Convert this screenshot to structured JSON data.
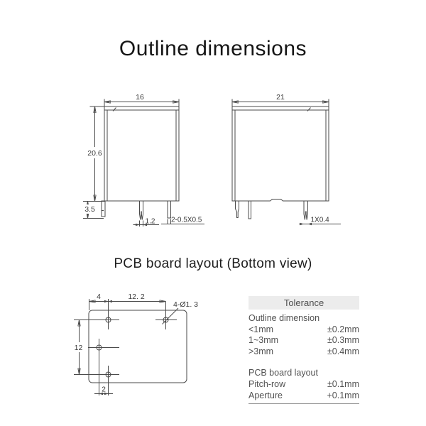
{
  "page": {
    "title": "Outline dimensions",
    "subtitle": "PCB board layout (Bottom view)"
  },
  "outline": {
    "front": {
      "width": "16",
      "height": "20.6",
      "pin_length": "3.5",
      "pin_width": "1.2",
      "pin_spec": "2-0.5X0.5"
    },
    "side": {
      "width": "21",
      "pin_spec": "1X0.4"
    }
  },
  "pcb": {
    "dim_left": "4",
    "dim_pitch": "12. 2",
    "hole_spec": "4-Ø1. 3",
    "dim_vertical": "12",
    "dim_offset": "2"
  },
  "tolerance": {
    "header": "Tolerance",
    "outline_section": {
      "title": "Outline dimension",
      "rows": [
        {
          "label": "<1mm",
          "value": "±0.2mm"
        },
        {
          "label": "1~3mm",
          "value": "±0.3mm"
        },
        {
          "label": ">3mm",
          "value": "±0.4mm"
        }
      ]
    },
    "pcb_section": {
      "title": "PCB board layout",
      "rows": [
        {
          "label": "Pitch-row",
          "value": "±0.1mm"
        },
        {
          "label": "Aperture",
          "value": "+0.1mm"
        }
      ]
    }
  },
  "colors": {
    "line": "#4a4a4a",
    "drawing_text": "#3a3a3a",
    "table_header_bg": "#ececec"
  }
}
